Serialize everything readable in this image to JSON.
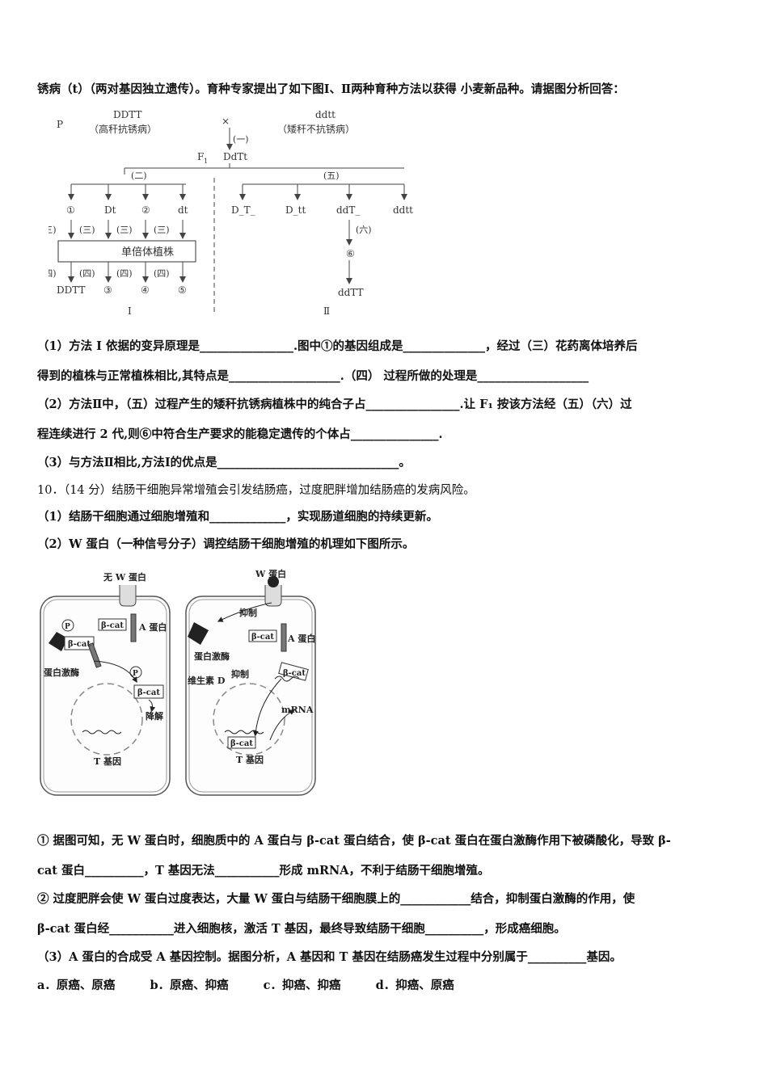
{
  "top_line": "锈病（t）（两对基因独立遗传）。育种专家提出了如下图Ⅰ、Ⅱ两种育种方法以获得 小麦新品种。请据图分析回答：",
  "breeding_diagram": {
    "p_label": "P",
    "parent1_genotype": "DDTT",
    "parent1_phenotype": "（高秆抗锈病）",
    "cross_symbol": "×",
    "parent2_genotype": "ddtt",
    "parent2_phenotype": "（矮秆不抗锈病）",
    "step1": "(一)",
    "f1_label": "F",
    "f1_sub": "1",
    "f1_genotype": "DdTt",
    "step2": "(二)",
    "step5": "(五)",
    "gametes": [
      "①",
      "Dt",
      "②",
      "dt"
    ],
    "step3": "(三)",
    "haploid_box": "单倍体植株",
    "step4": "(四)",
    "results_i": [
      "DDTT",
      "③",
      "④",
      "⑤"
    ],
    "method_i": "Ⅰ",
    "f2_classes": [
      "D_T_",
      "D_tt",
      "ddT_",
      "ddtt"
    ],
    "step6": "(六)",
    "circle6": "⑥",
    "final_ii": "ddTT",
    "method_ii": "Ⅱ"
  },
  "q9_1a": "（1）方法 I 依据的变异原理是________________.图中①的基因组成是______________，经过（三）花药离体培养后",
  "q9_1b": "得到的植株与正常植株相比,其特点是___________________.（四） 过程所做的处理是___________________",
  "q9_2a": "（2）方法Ⅱ中，（五）过程产生的矮秆抗锈病植株中的纯合子占________________.让 F₁ 按该方法经（五）（六）过",
  "q9_2b": "程连续进行 2 代,则⑥中符合生产要求的能稳定遗传的个体占_______________.",
  "q9_3": "（3）与方法Ⅱ相比,方法Ⅰ的优点是_______________________________。",
  "q10_intro": "10．（14 分）结肠干细胞异常增殖会引发结肠癌，过度肥胖增加结肠癌的发病风险。",
  "q10_1": "（1）结肠干细胞通过细胞增殖和_____________，实现肠道细胞的持续更新。",
  "q10_2": "（2）W 蛋白（一种信号分子）调控结肠干细胞增殖的机理如下图所示。",
  "cell_diagram": {
    "left_title": "无 W 蛋白",
    "p_mark": "P",
    "beta_cat": "β-cat",
    "a_protein": "A 蛋白",
    "kinase": "蛋白激酶",
    "degrade": "降解",
    "t_gene": "T 基因",
    "right_title": "W 蛋白",
    "inhibit": "抑制",
    "vitamin_d": "维生素 D",
    "mrna": "mRNA"
  },
  "q10_c1a": "① 据图可知，无 W 蛋白时，细胞质中的 A 蛋白与 β-cat 蛋白结合，使 β-cat 蛋白在蛋白激酶作用下被磷酸化，导致 β-",
  "q10_c1b": "cat 蛋白__________，T 基因无法___________形成 mRNA，不利于结肠干细胞增殖。",
  "q10_c2a": "② 过度肥胖会使 W 蛋白过度表达，大量 W 蛋白与结肠干细胞膜上的____________结合，抑制蛋白激酶的作用，使",
  "q10_c2b": "β-cat 蛋白经___________进入细胞核，激活 T 基因，最终导致结肠干细胞__________，形成癌细胞。",
  "q10_3": "（3）A 蛋白的合成受 A 基因控制。据图分析，A 基因和 T 基因在结肠癌发生过程中分别属于__________基因。",
  "options": [
    "a．原癌、原癌",
    "b．原癌、抑癌",
    "c．抑癌、抑癌",
    "d．抑癌、原癌"
  ]
}
